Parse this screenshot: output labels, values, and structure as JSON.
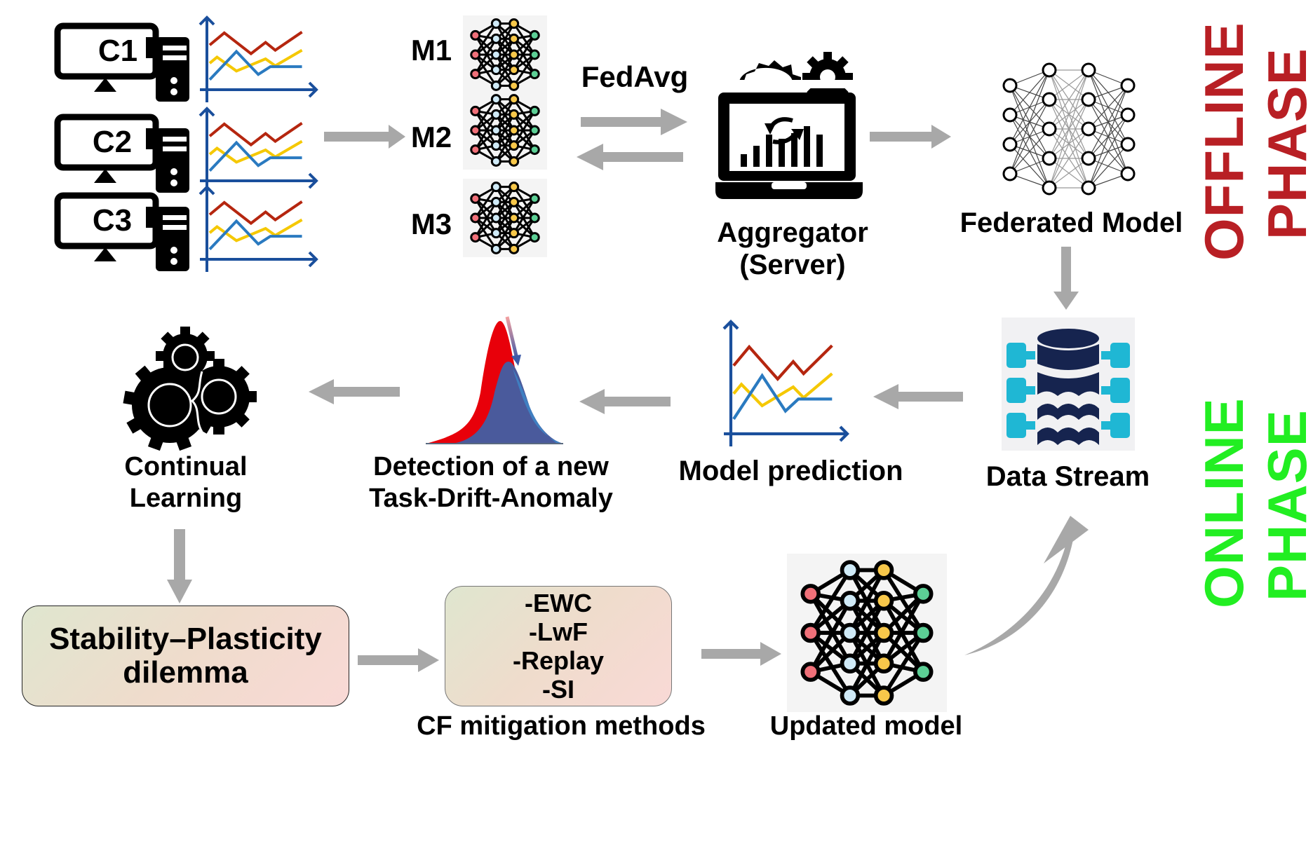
{
  "diagram": {
    "offline_phase": {
      "title_line1": "OFFLINE",
      "title_line2": "PHASE",
      "color": "#b81f24",
      "clients": [
        {
          "label": "C1"
        },
        {
          "label": "C2"
        },
        {
          "label": "C3"
        }
      ],
      "local_models": [
        {
          "label": "M1"
        },
        {
          "label": "M2"
        },
        {
          "label": "M3"
        }
      ],
      "exchange_label": "FedAvg",
      "aggregator": {
        "line1": "Aggregator",
        "line2": "(Server)"
      },
      "federated_model": {
        "label": "Federated Model"
      }
    },
    "online_phase": {
      "title_line1": "ONLINE",
      "title_line2": "PHASE",
      "color": "#22ee22",
      "data_stream": {
        "label": "Data Stream"
      },
      "model_prediction": {
        "label": "Model prediction"
      },
      "detection": {
        "line1": "Detection of a new",
        "line2": "Task-Drift-Anomaly"
      },
      "continual_learning": {
        "line1": "Continual",
        "line2": "Learning"
      },
      "dilemma_box": {
        "line1": "Stability–Plasticity",
        "line2": "dilemma"
      },
      "cf_methods": {
        "items": [
          "-EWC",
          "-LwF",
          "-Replay",
          "-SI"
        ],
        "caption": "CF mitigation methods"
      },
      "updated_model": {
        "label": "Updated model"
      }
    },
    "colors": {
      "arrow": "#a8a8a8",
      "axis_blue": "#1a4f9c",
      "line_red": "#b5260f",
      "line_yellow": "#f5c800",
      "line_blue": "#2a7ac0",
      "db_navy": "#16244f",
      "db_cyan": "#1fb7d4",
      "node_red": "#f07079",
      "node_lightblue": "#cfeaf7",
      "node_yellow": "#f8c84a",
      "node_green": "#5ccf95",
      "dist_red": "#e8000a",
      "dist_blue": "#4a5a9c"
    }
  }
}
